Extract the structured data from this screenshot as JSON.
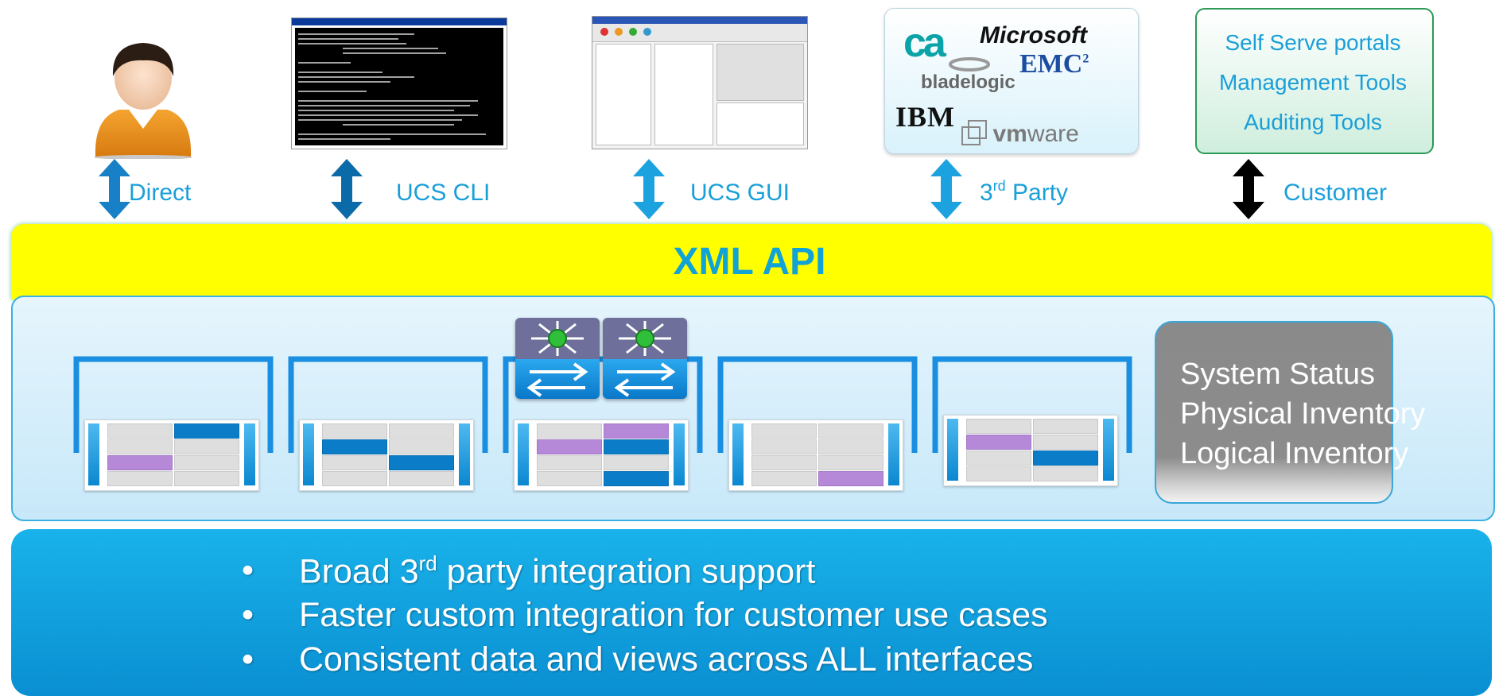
{
  "access_methods": [
    {
      "label": "Direct"
    },
    {
      "label": "UCS CLI"
    },
    {
      "label": "UCS GUI"
    },
    {
      "label_main": "3",
      "label_sup": "rd",
      "label_rest": " Party"
    },
    {
      "label": "Customer"
    }
  ],
  "third_party_logos": {
    "ca": "ca",
    "microsoft": "Microsoft",
    "emc": "EMC",
    "emc_sup": "2",
    "bladelogic": "bladelogic",
    "ibm": "IBM",
    "vmware_vm": "vm",
    "vmware_ware": "ware"
  },
  "customer_tools": [
    "Self Serve portals",
    "Management Tools",
    "Auditing Tools"
  ],
  "api": {
    "title": "XML API"
  },
  "status": {
    "lines": [
      "System Status",
      "Physical Inventory",
      "Logical Inventory"
    ]
  },
  "benefits": {
    "bullet": "•",
    "line1_main": "Broad 3",
    "line1_sup": "rd",
    "line1_rest": " party integration support",
    "line2": "Faster custom integration for customer use cases",
    "line3": "Consistent data and views across ALL interfaces"
  },
  "colors": {
    "accent": "#1a9fd8",
    "api_band": "#ffff00",
    "benefit_panel": "#0a9ad9",
    "blade_blue": "#0b7dc8",
    "blade_purple": "#b689d8"
  }
}
